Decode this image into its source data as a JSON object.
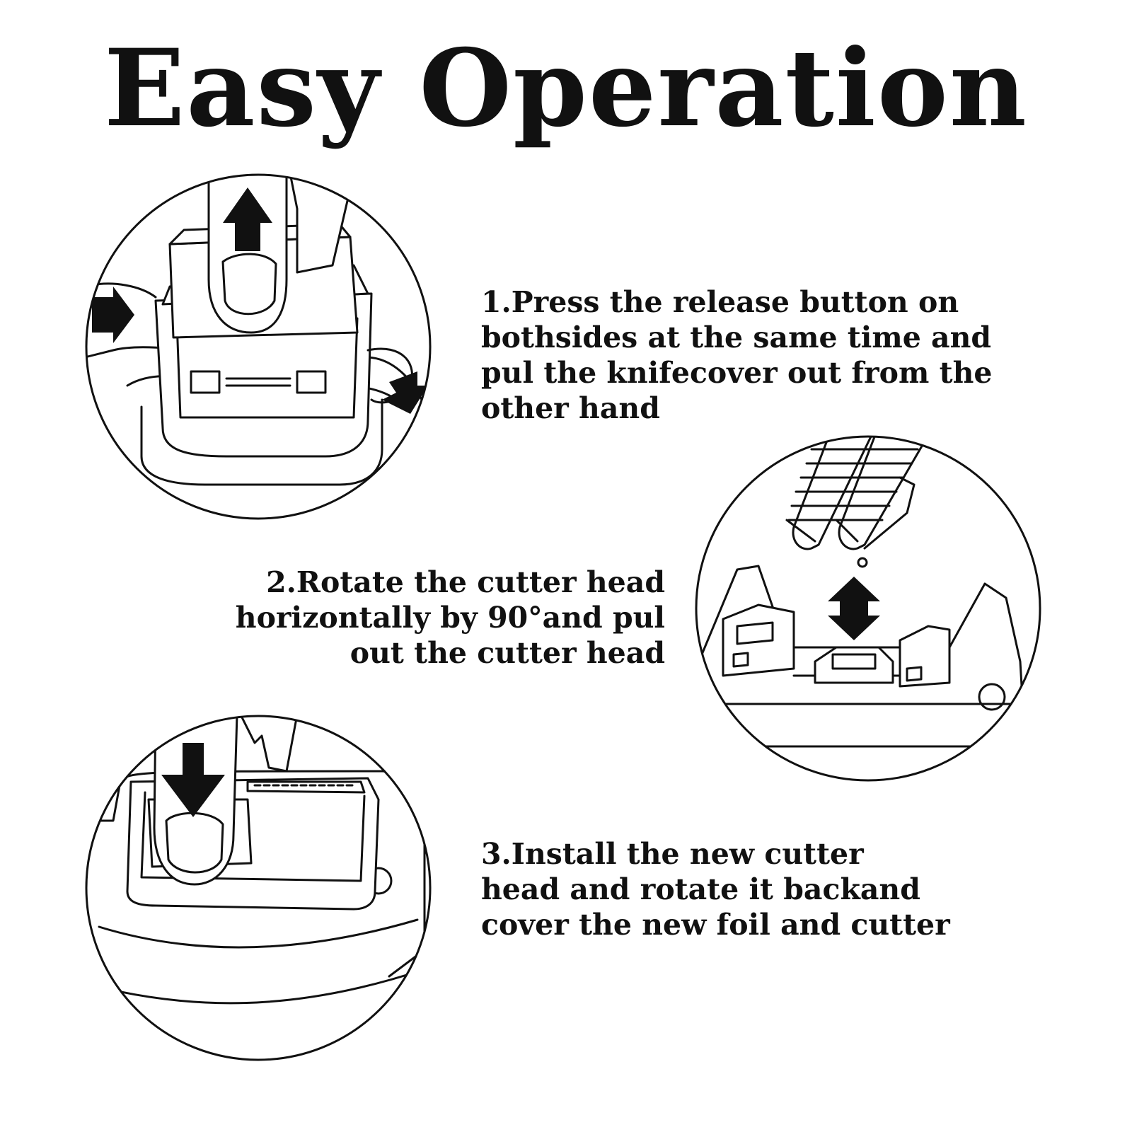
{
  "title": "Easy Operation",
  "steps": [
    {
      "lines": [
        "1.Press the release button on",
        "bothsides at the same time and",
        "pul the knifecover out from the",
        "other hand"
      ]
    },
    {
      "lines": [
        "2.Rotate the cutter head",
        "horizontally by 90°and pul",
        "out the cutter head"
      ]
    },
    {
      "lines": [
        "3.Install the new cutter",
        "head and rotate it backand",
        "cover the new foil and cutter"
      ]
    }
  ],
  "icons": {
    "illustration_1": "release-button-press-illustration",
    "illustration_2": "cutter-head-rotate-illustration",
    "illustration_3": "cutter-head-install-illustration",
    "arrow_up": "arrow-up-icon",
    "arrow_down": "arrow-down-icon",
    "arrow_updown": "arrow-up-down-icon",
    "arrow_side": "arrow-inward-icon"
  },
  "colors": {
    "ink": "#111111",
    "background": "#ffffff"
  }
}
